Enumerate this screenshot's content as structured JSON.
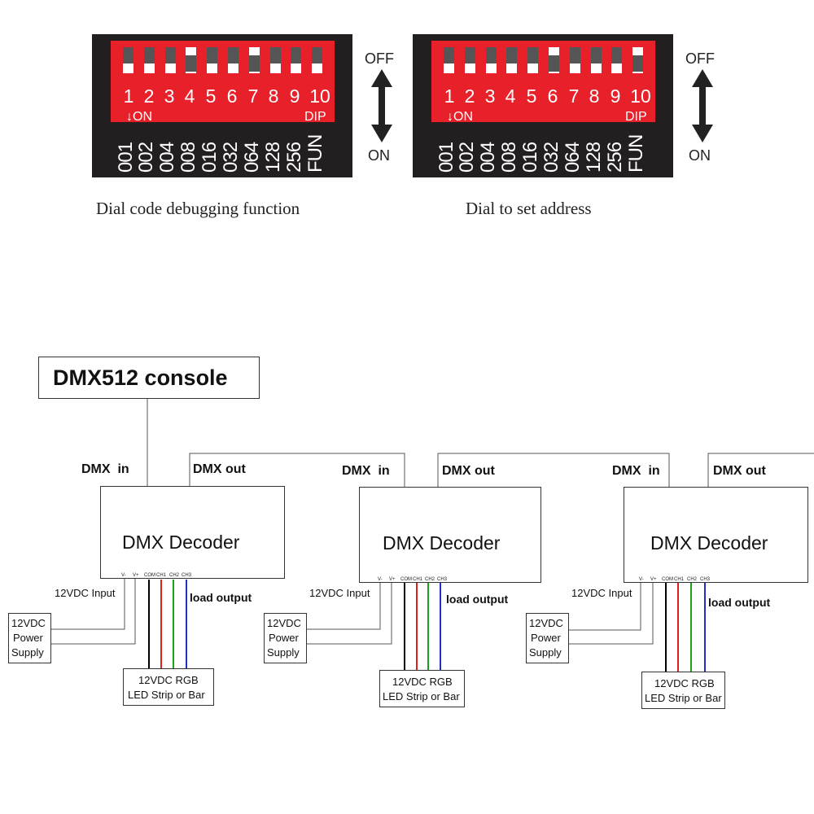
{
  "dip_switches": [
    {
      "caption": "Dial code debugging function",
      "numbers": [
        "1",
        "2",
        "3",
        "4",
        "5",
        "6",
        "7",
        "8",
        "9",
        "10"
      ],
      "on_label": "ON",
      "dip_label": "DIP",
      "values": [
        "001",
        "002",
        "004",
        "008",
        "016",
        "032",
        "064",
        "128",
        "256",
        "FUN"
      ],
      "off_text": "OFF",
      "on_text": "ON"
    },
    {
      "caption": "Dial to set address",
      "numbers": [
        "1",
        "2",
        "3",
        "4",
        "5",
        "6",
        "7",
        "8",
        "9",
        "10"
      ],
      "on_label": "ON",
      "dip_label": "DIP",
      "values": [
        "001",
        "002",
        "004",
        "008",
        "016",
        "032",
        "064",
        "128",
        "256",
        "FUN"
      ],
      "off_text": "OFF",
      "on_text": "ON"
    }
  ],
  "console": {
    "label": "DMX512 console"
  },
  "decoders": [
    {
      "dmx_in": "DMX  in",
      "dmx_out": "DMX out",
      "title": "DMX Decoder",
      "terminals": [
        "V-",
        "V+",
        "COM",
        "CH1",
        "CH2",
        "CH3"
      ],
      "input_label": "12VDC Input",
      "output_label": "load output",
      "psu": [
        "12VDC",
        "Power",
        "Supply"
      ],
      "led": [
        "12VDC RGB",
        "LED Strip or Bar"
      ]
    },
    {
      "dmx_in": "DMX  in",
      "dmx_out": "DMX out",
      "title": "DMX Decoder",
      "terminals": [
        "V-",
        "V+",
        "COM",
        "CH1",
        "CH2",
        "CH3"
      ],
      "input_label": "12VDC Input",
      "output_label": "load output",
      "psu": [
        "12VDC",
        "Power",
        "Supply"
      ],
      "led": [
        "12VDC RGB",
        "LED Strip or Bar"
      ]
    },
    {
      "dmx_in": "DMX  in",
      "dmx_out": "DMX out",
      "title": "DMX Decoder",
      "terminals": [
        "V-",
        "V+",
        "COM",
        "CH1",
        "CH2",
        "CH3"
      ],
      "input_label": "12VDC Input",
      "output_label": "load output",
      "psu": [
        "12VDC",
        "Power",
        "Supply"
      ],
      "led": [
        "12VDC RGB",
        "LED Strip or Bar"
      ]
    }
  ],
  "colors": {
    "panel": "#231f20",
    "red": "#e8202a",
    "wire_black": "#000000",
    "wire_red": "#e02020",
    "wire_green": "#1aa01a",
    "wire_blue": "#2030c0"
  }
}
